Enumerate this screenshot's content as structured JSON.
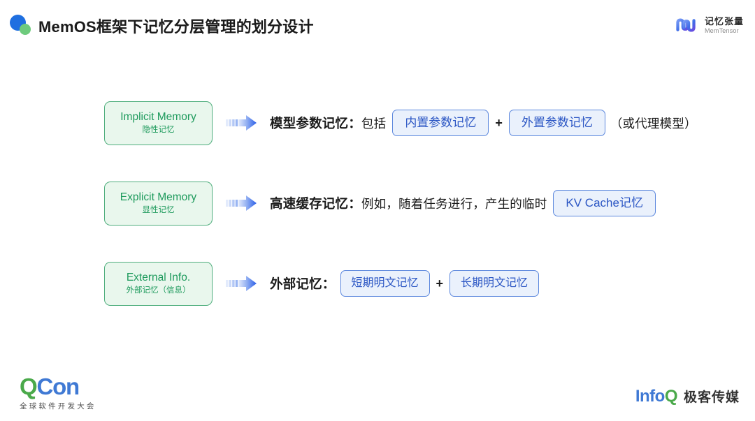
{
  "header": {
    "title": "MemOS框架下记忆分层管理的划分设计",
    "logo_icon": "memos-dots-icon",
    "brand": {
      "mark_icon": "memtensor-interlock-icon",
      "name_cn": "记忆张量",
      "name_en": "MemTensor"
    }
  },
  "rows": [
    {
      "card": {
        "en": "Implicit Memory",
        "cn": "隐性记忆"
      },
      "arrow_icon": "right-arrow-icon",
      "lead": "模型参数记忆：",
      "intro": "包括",
      "boxes": [
        "内置参数记忆",
        "外置参数记忆"
      ],
      "separator": "+",
      "tail": "（或代理模型）"
    },
    {
      "card": {
        "en": "Explicit Memory",
        "cn": "显性记忆"
      },
      "arrow_icon": "right-arrow-icon",
      "lead": "高速缓存记忆：",
      "intro": "例如，随着任务进行，产生的临时",
      "boxes": [
        "KV Cache记忆"
      ],
      "separator": "",
      "tail": ""
    },
    {
      "card": {
        "en": "External Info.",
        "cn": "外部记忆（信息）"
      },
      "arrow_icon": "right-arrow-icon",
      "lead": "外部记忆：",
      "intro": "",
      "boxes": [
        "短期明文记忆",
        "长期明文记忆"
      ],
      "separator": "+",
      "tail": ""
    }
  ],
  "footer": {
    "qcon": {
      "word_q": "Q",
      "word_con": "Con",
      "subtitle": "全球软件开发大会"
    },
    "infoq": {
      "word_info": "Info",
      "word_q": "Q",
      "name_cn": "极客传媒"
    }
  },
  "colors": {
    "green_border": "#4fae7d",
    "green_fill": "#e9f7ed",
    "green_text": "#1d9a5c",
    "blue_border": "#5b87dd",
    "blue_fill": "#eaf1fc",
    "blue_text": "#2b56c4",
    "accent_blue": "#1f6fe0",
    "accent_green": "#6ecb7d"
  }
}
